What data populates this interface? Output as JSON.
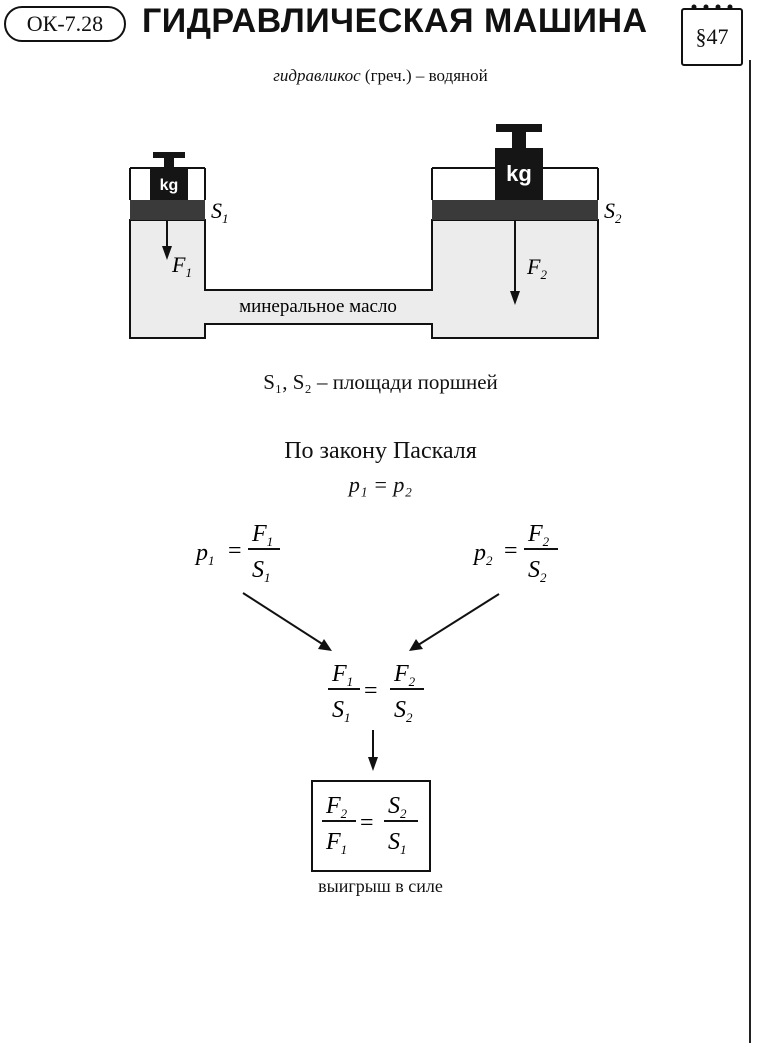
{
  "header": {
    "code": "ОК-7.28",
    "title": "ГИДРАВЛИЧЕСКАЯ МАШИНА",
    "section": "§47"
  },
  "etymology": {
    "word": "гидравликос",
    "lang": "(греч.)",
    "meaning": "– водяной"
  },
  "diagram": {
    "weight_small": "kg",
    "weight_large": "kg",
    "piston1_label": "S",
    "piston1_sub": "1",
    "piston2_label": "S",
    "piston2_sub": "2",
    "force1_label": "F",
    "force1_sub": "1",
    "force2_label": "F",
    "force2_sub": "2",
    "liquid_label": "минеральное масло",
    "colors": {
      "liquid": "#ececec",
      "piston": "#3a3a3a",
      "outline": "#111111",
      "weight": "#151515"
    }
  },
  "caption": "S₁, S₂ – площади поршней",
  "pascal_law": "По закону Паскаля",
  "pressure_equality": "p₁ = p₂",
  "formulas": {
    "p1": "p",
    "p1_sub": "1",
    "p2": "p",
    "p2_sub": "2",
    "eq": "=",
    "F": "F",
    "S": "S",
    "one": "1",
    "two": "2"
  },
  "result_caption": "выигрыш в силе"
}
